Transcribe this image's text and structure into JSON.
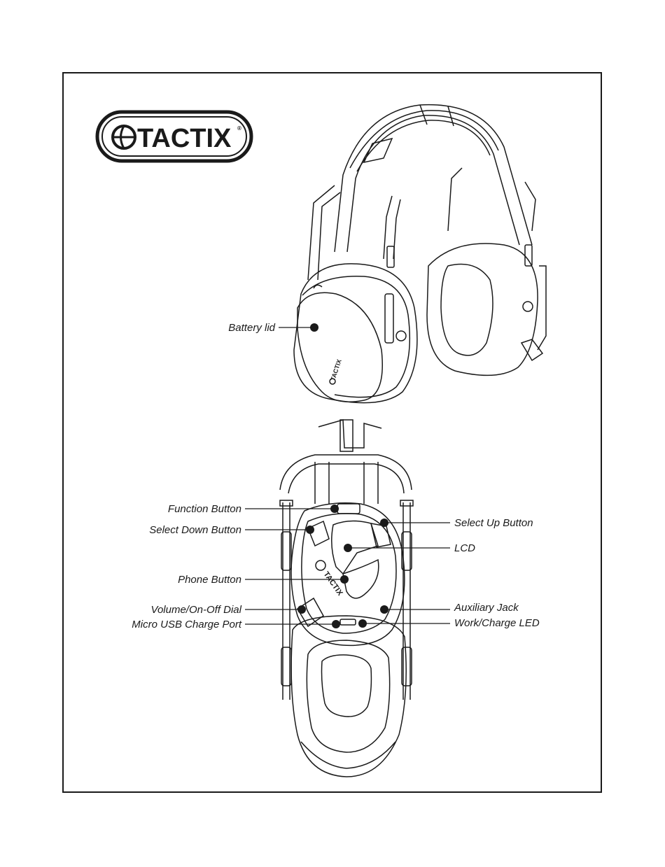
{
  "logo": {
    "text": "TACTIX",
    "registered": "®"
  },
  "callouts": {
    "battery_lid": "Battery lid",
    "function_button": "Function Button",
    "select_down_button": "Select  Down Button",
    "phone_button": "Phone Button",
    "volume_dial": "Volume/On-Off Dial",
    "micro_usb": "Micro USB Charge Port",
    "select_up_button": "Select Up Button",
    "lcd": "LCD",
    "auxiliary_jack": "Auxiliary Jack",
    "work_charge_led": "Work/Charge LED"
  },
  "device_text": {
    "brand_on_cup": "TACTIX"
  },
  "colors": {
    "ink": "#1a1a1a",
    "background": "#ffffff"
  }
}
